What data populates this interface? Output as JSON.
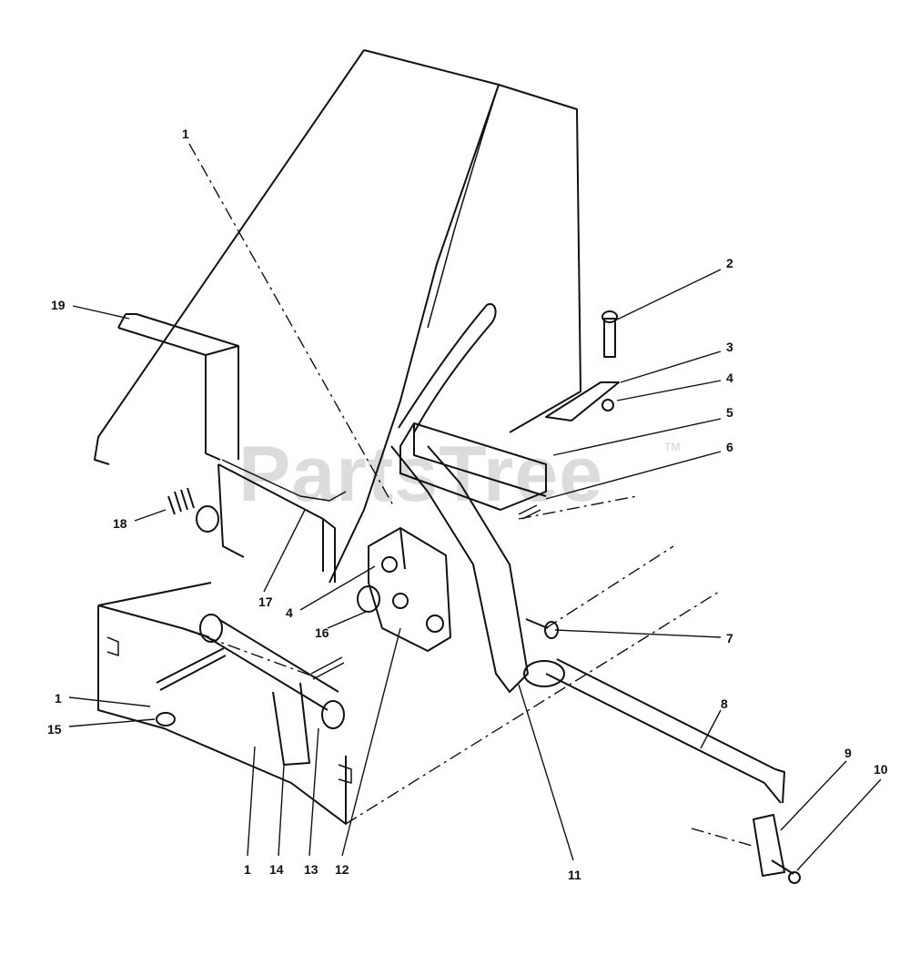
{
  "watermark": {
    "text": "PartsTree",
    "trademark": "TM"
  },
  "callouts": [
    {
      "id": "c1a",
      "label": "1"
    },
    {
      "id": "c2",
      "label": "2"
    },
    {
      "id": "c3",
      "label": "3"
    },
    {
      "id": "c4a",
      "label": "4"
    },
    {
      "id": "c5",
      "label": "5"
    },
    {
      "id": "c6",
      "label": "6"
    },
    {
      "id": "c19",
      "label": "19"
    },
    {
      "id": "c18",
      "label": "18"
    },
    {
      "id": "c17",
      "label": "17"
    },
    {
      "id": "c4b",
      "label": "4"
    },
    {
      "id": "c16",
      "label": "16"
    },
    {
      "id": "c7",
      "label": "7"
    },
    {
      "id": "c8",
      "label": "8"
    },
    {
      "id": "c1b",
      "label": "1"
    },
    {
      "id": "c15",
      "label": "15"
    },
    {
      "id": "c9",
      "label": "9"
    },
    {
      "id": "c10",
      "label": "10"
    },
    {
      "id": "c1c",
      "label": "1"
    },
    {
      "id": "c14",
      "label": "14"
    },
    {
      "id": "c13",
      "label": "13"
    },
    {
      "id": "c12",
      "label": "12"
    },
    {
      "id": "c11",
      "label": "11"
    }
  ],
  "colors": {
    "line": "#111111",
    "watermark": "#d6d6d6",
    "background": "#ffffff"
  }
}
